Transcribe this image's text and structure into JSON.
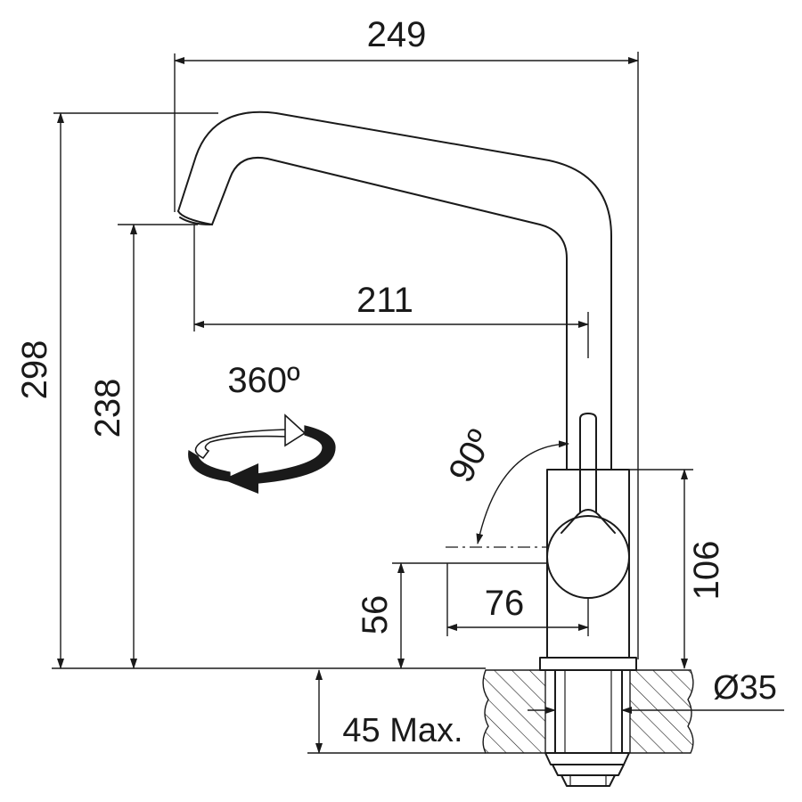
{
  "dimensions": {
    "overall_width": "249",
    "overall_height": "298",
    "spout_height": "238",
    "spout_reach": "211",
    "rotation": "360º",
    "lever_angle": "90º",
    "lever_height": "56",
    "lever_reach": "76",
    "body_height": "106",
    "hole_diameter": "Ø35",
    "counter_thickness": "45 Max."
  },
  "colors": {
    "line": "#1a1a1a",
    "arrow_fill": "#1a1a1a",
    "background": "#ffffff"
  }
}
